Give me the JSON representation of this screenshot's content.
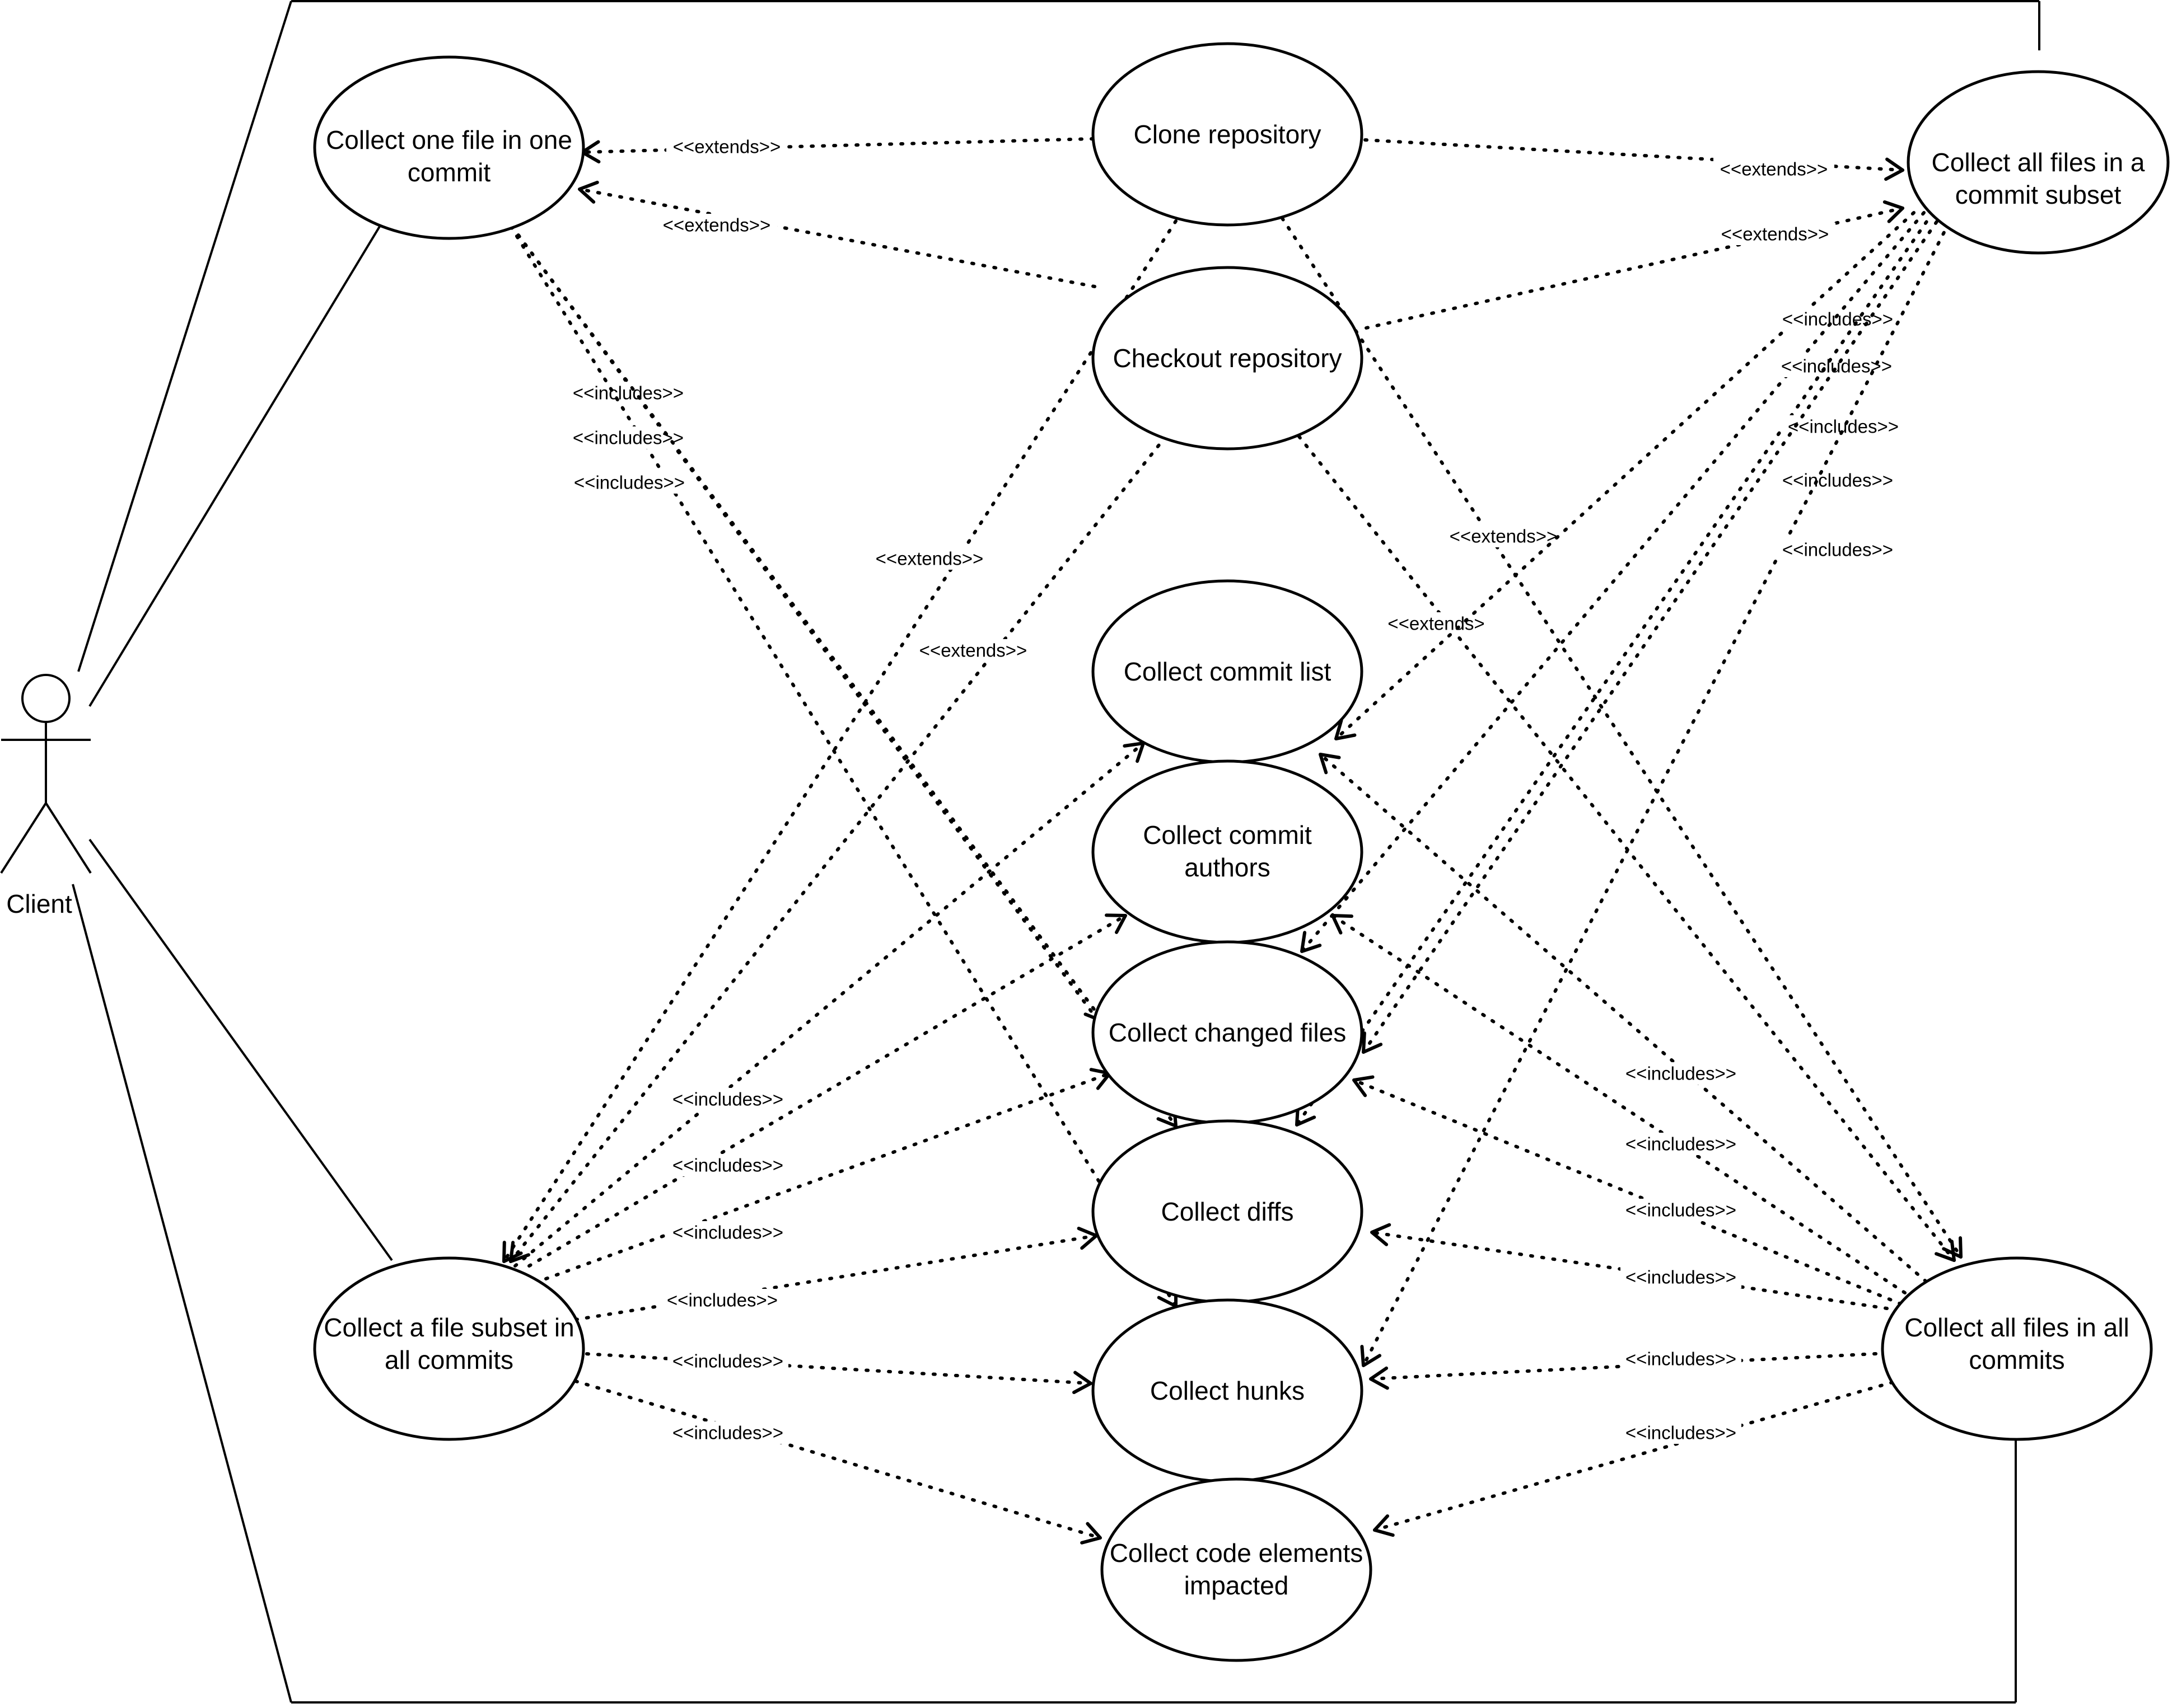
{
  "actor": {
    "name": "Client"
  },
  "use_cases": {
    "one_file": [
      "Collect one file in one",
      "commit"
    ],
    "clone": [
      "Clone repository"
    ],
    "subset_files": [
      "Collect all files in a",
      "commit subset"
    ],
    "checkout": [
      "Checkout repository"
    ],
    "commit_list": [
      "Collect commit list"
    ],
    "commit_authors": [
      "Collect commit",
      "authors"
    ],
    "changed_files": [
      "Collect changed files"
    ],
    "diffs": [
      "Collect diffs"
    ],
    "hunks": [
      "Collect hunks"
    ],
    "code_elements": [
      "Collect code elements",
      "impacted"
    ],
    "file_subset_all": [
      "Collect a file subset in",
      "all commits"
    ],
    "all_files_all": [
      "Collect all files in all",
      "commits"
    ]
  },
  "relation_labels": {
    "extends": "<<extends>>",
    "extends_short": "<<extends>",
    "includes": "<<includes>>"
  }
}
